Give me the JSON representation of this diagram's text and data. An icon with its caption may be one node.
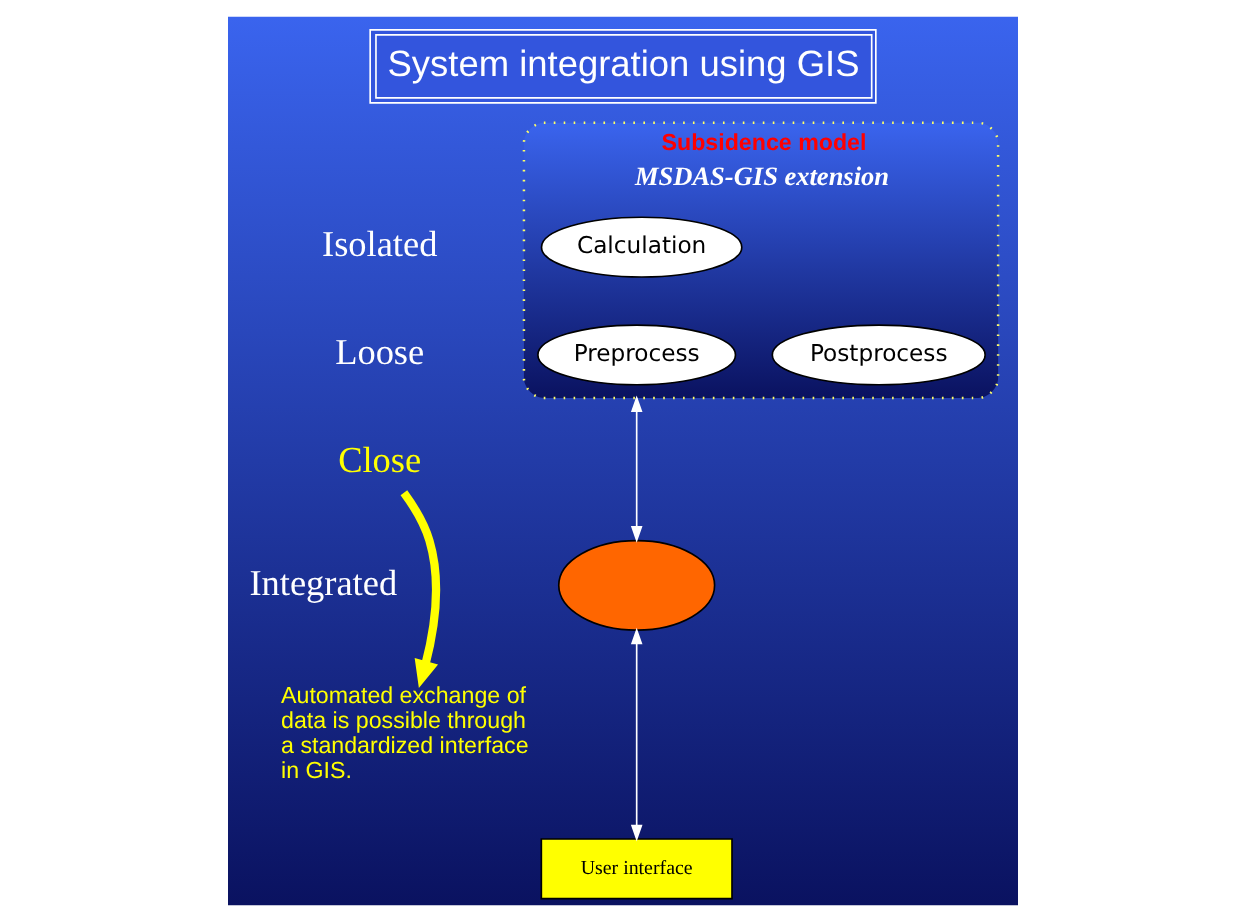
{
  "diagram": {
    "title": "System integration using GIS",
    "nodes": [
      {
        "text": [
          "Subsidence model",
          "MSDAS-GIS extension"
        ]
      },
      {
        "text": [
          "Calculation"
        ],
        "in": 0
      },
      {
        "text": [
          "Preprocess"
        ],
        "in": 0
      },
      {
        "text": [
          "Postprocess"
        ],
        "in": 0
      },
      {
        "text": [],
        "shape": "ellipse"
      },
      {
        "text": [
          "User interface"
        ]
      },
      {
        "text": [
          "Close"
        ]
      },
      {
        "text": [
          "Automated exchange of data is possible through a standardized interface in GIS."
        ]
      }
    ],
    "edges": [
      {
        "from": 0,
        "to": 4,
        "arrow": "both"
      },
      {
        "from": 4,
        "to": 5,
        "arrow": "both"
      },
      {
        "from": 6,
        "to": 7,
        "arrow": "to",
        "style": "thick",
        "color": "#ffff00"
      }
    ],
    "labels": [
      "Isolated",
      "Loose",
      "Integrated"
    ]
  }
}
